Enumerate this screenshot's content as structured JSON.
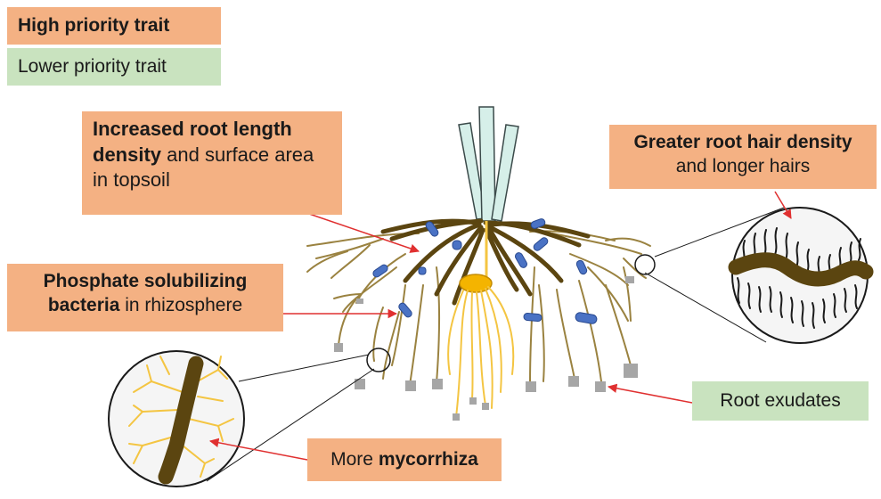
{
  "legend": {
    "high": "High priority trait",
    "low": "Lower priority trait"
  },
  "labels": {
    "root_length": {
      "bold": "Increased root length density",
      "rest": " and surface area in topsoil"
    },
    "root_hair": {
      "bold": "Greater root hair density",
      "rest": "and longer hairs"
    },
    "psb": {
      "bold": "Phosphate solubilizing bacteria",
      "rest": " in rhizosphere"
    },
    "exudates": "Root exudates",
    "mycorrhiza": {
      "plain": "More ",
      "bold": "mycorrhiza"
    }
  },
  "colors": {
    "high_priority": "#f4b183",
    "low_priority": "#c9e3bf",
    "root": "#5b4510",
    "fine_root": "#9a8240",
    "fungal_root": "#f4c542",
    "bacteria": "#4a72c4",
    "exudate": "#a6a6a6",
    "arrow": "#e03030",
    "leaf": "#d6efe9"
  }
}
